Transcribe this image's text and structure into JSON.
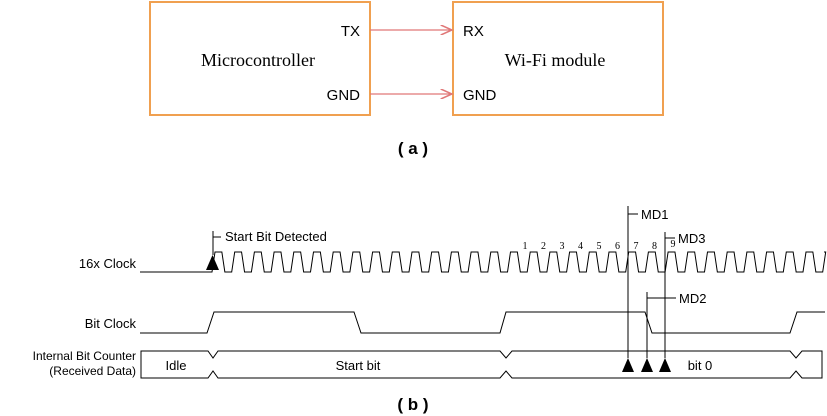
{
  "colors": {
    "box_border": "#f0a050",
    "arrow": "#e07878",
    "line": "#000000",
    "background": "#ffffff"
  },
  "part_a": {
    "left_box": {
      "title": "Microcontroller",
      "pin_tx": "TX",
      "pin_gnd": "GND"
    },
    "right_box": {
      "title": "Wi-Fi module",
      "pin_rx": "RX",
      "pin_gnd": "GND"
    },
    "caption": "( a )"
  },
  "part_b": {
    "signals": {
      "clock16x": "16x Clock",
      "bit_clock": "Bit Clock",
      "counter_line1": "Internal Bit Counter",
      "counter_line2": "(Received Data)"
    },
    "annotations": {
      "start_bit_detected": "Start Bit Detected",
      "md1": "MD1",
      "md2": "MD2",
      "md3": "MD3"
    },
    "clock_counts": [
      "1",
      "2",
      "3",
      "4",
      "5",
      "6",
      "7",
      "8",
      "9"
    ],
    "counter_states": {
      "idle": "Idle",
      "start_bit": "Start bit",
      "bit0": "bit 0"
    },
    "caption": "( b )"
  }
}
